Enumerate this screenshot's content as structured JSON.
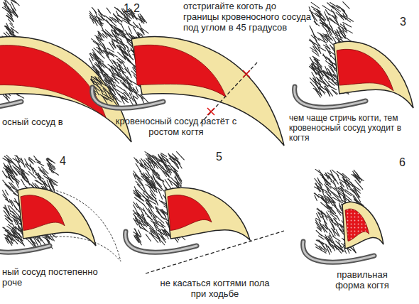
{
  "diagram": {
    "labels": [
      "1",
      "осный сосуд в",
      "2",
      "отстригайте коготь до границы кровеносного сосуда под углом в 45 градусов",
      "кровеносный сосуд растёт с ростом когтя",
      "3",
      "чем чаще стричь когти, тем кровеносный сосуд уходит в когтя",
      "4",
      "ный сосуд постепенно роче",
      "5",
      "не касаться когтями пола при ходьбе",
      "6",
      "правильная форма когтя"
    ]
  }
}
